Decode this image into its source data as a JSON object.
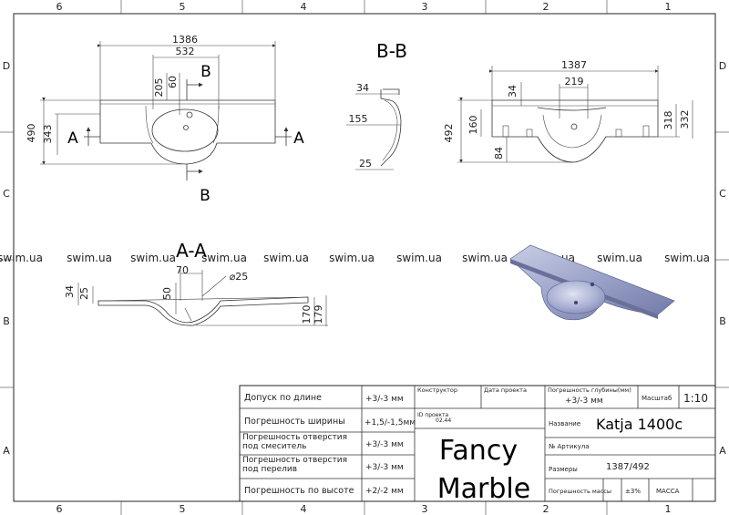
{
  "border": {
    "top_numbers": [
      "6",
      "5",
      "4",
      "3",
      "2",
      "1"
    ],
    "bottom_numbers": [
      "6",
      "5",
      "4",
      "3",
      "2",
      "1"
    ],
    "left_letters": [
      "D",
      "C",
      "B",
      "A"
    ],
    "right_letters": [
      "D",
      "C",
      "B",
      "A"
    ]
  },
  "watermark": "swim.ua",
  "top_view": {
    "dim_overall": "1386",
    "dim_bowl": "532",
    "dim_205": "205",
    "dim_60": "60",
    "dim_490": "490",
    "dim_343": "343",
    "section_A": "A",
    "section_B": "B"
  },
  "section_bb": {
    "title": "B-B",
    "dim_34": "34",
    "dim_155": "155",
    "dim_25": "25"
  },
  "back_view": {
    "dim_1387": "1387",
    "dim_219": "219",
    "dim_34": "34",
    "dim_160": "160",
    "dim_492": "492",
    "dim_84": "84",
    "dim_318": "318",
    "dim_332": "332"
  },
  "section_aa": {
    "title": "A-A",
    "dim_70": "70",
    "dim_dia25": "⌀25",
    "dim_34": "34",
    "dim_25": "25",
    "dim_50": "50",
    "dim_170": "170",
    "dim_179": "179"
  },
  "title_block": {
    "rows": [
      {
        "label": "Допуск по длине",
        "value": "+3/-3 мм"
      },
      {
        "label": "Погрешность ширины",
        "value": "+1,5/-1,5мм"
      },
      {
        "label": "Погрешность отверстия под смеситель",
        "value": "+3/-3 мм"
      },
      {
        "label": "Погрешность отверстия под перелив",
        "value": "+3/-3 мм"
      },
      {
        "label": "Погрешность по высоте",
        "value": "+2/-2 мм"
      }
    ],
    "designer_label": "Конструктор",
    "date_label": "Дата проекта",
    "project_id_label": "ID проекта",
    "project_id_value": "02.44",
    "brand_line1": "Fancy",
    "brand_line2": "Marble",
    "depth_tol_label": "Погрешность глубины(мм)",
    "depth_tol_value": "+3/-3 мм",
    "scale_label": "Масштаб",
    "scale_value": "1:10",
    "name_label": "Название",
    "name_value": "Katja 1400c",
    "article_label": "№ Артикула",
    "size_label": "Размеры",
    "size_value": "1387/492",
    "mass_tol_label": "Погрешность массы",
    "mass_tol_value": "±3%",
    "mass_label": "МАССА"
  }
}
